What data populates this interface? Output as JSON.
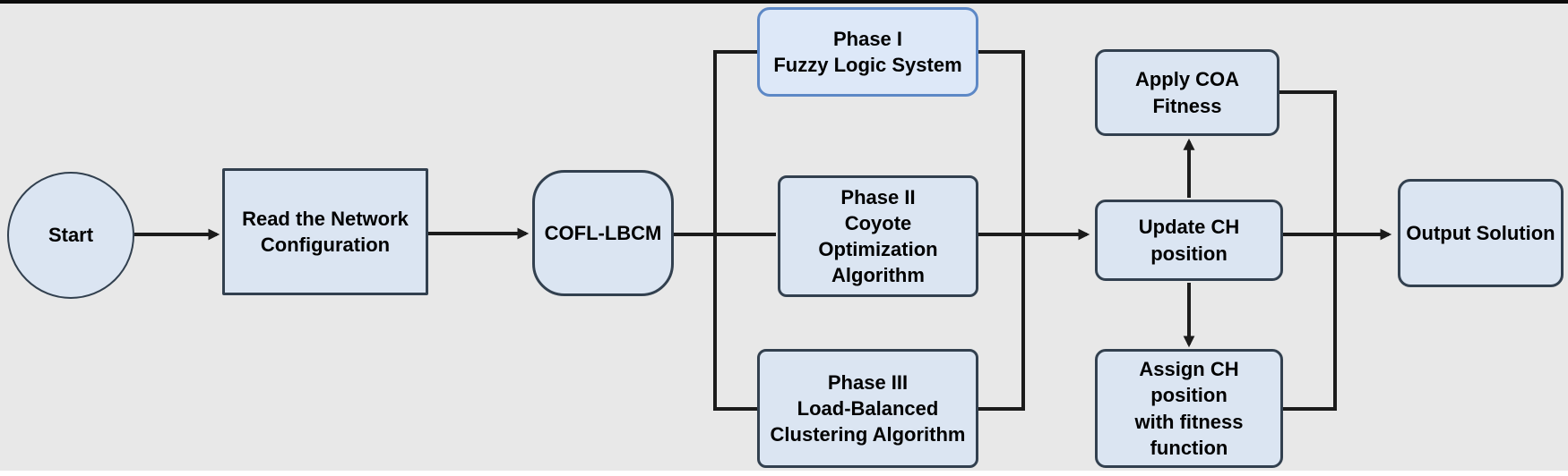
{
  "diagram": {
    "colors": {
      "background": "#e8e8e8",
      "node_fill": "#dbe5f2",
      "node_border": "#32404f",
      "phase1_border": "#5d88c6",
      "line_color": "#1b1b1b"
    }
  },
  "nodes": {
    "start": {
      "label": "Start"
    },
    "read_config": {
      "label": "Read the Network\nConfiguration"
    },
    "cofl_lbcm": {
      "label": "COFL-LBCM"
    },
    "phase1": {
      "label": "Phase I\nFuzzy Logic System"
    },
    "phase2": {
      "label": "Phase II\nCoyote Optimization\nAlgorithm"
    },
    "phase3": {
      "label": "Phase III\nLoad-Balanced\nClustering Algorithm"
    },
    "apply_coa": {
      "label": "Apply COA Fitness"
    },
    "update_ch": {
      "label": "Update CH position"
    },
    "assign_ch": {
      "label": "Assign CH position\nwith fitness\nfunction"
    },
    "output": {
      "label": "Output Solution"
    }
  },
  "edges": [
    {
      "from": "start",
      "to": "read_config",
      "arrow": true
    },
    {
      "from": "read_config",
      "to": "cofl_lbcm",
      "arrow": true
    },
    {
      "from": "cofl_lbcm",
      "to": "phase1",
      "arrow": false
    },
    {
      "from": "cofl_lbcm",
      "to": "phase2",
      "arrow": false
    },
    {
      "from": "cofl_lbcm",
      "to": "phase3",
      "arrow": false
    },
    {
      "from": "phase1",
      "to": "update_ch",
      "arrow": false
    },
    {
      "from": "phase2",
      "to": "update_ch",
      "arrow": true
    },
    {
      "from": "phase3",
      "to": "update_ch",
      "arrow": false
    },
    {
      "from": "update_ch",
      "to": "apply_coa",
      "arrow": true
    },
    {
      "from": "update_ch",
      "to": "assign_ch",
      "arrow": true
    },
    {
      "from": "update_ch",
      "to": "output",
      "arrow": true
    },
    {
      "from": "apply_coa",
      "to": "output",
      "arrow": false
    },
    {
      "from": "assign_ch",
      "to": "output",
      "arrow": false
    }
  ]
}
